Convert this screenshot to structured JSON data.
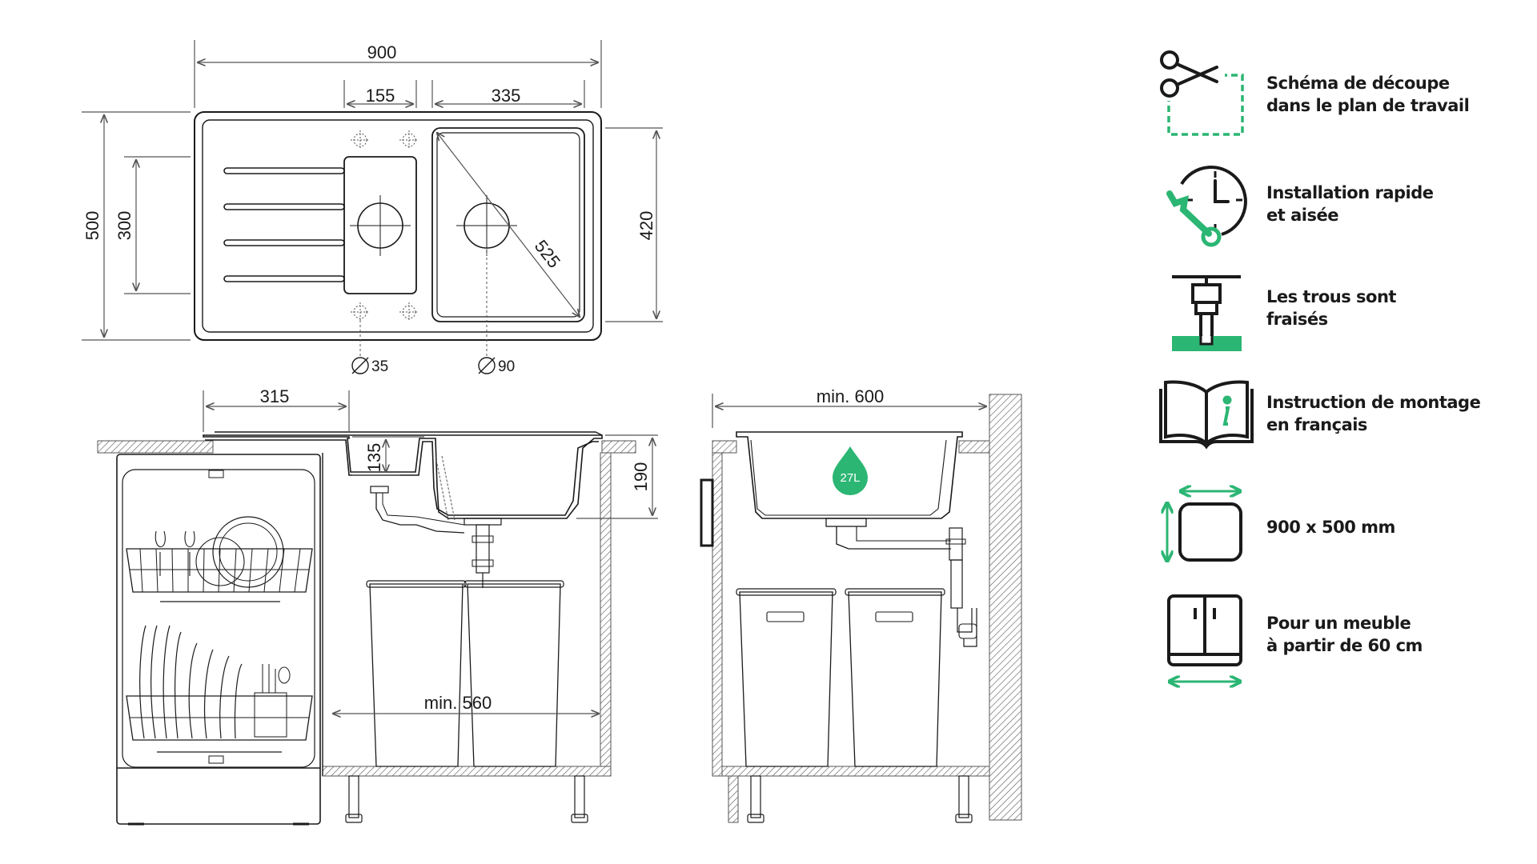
{
  "dimensions": {
    "top_total_width": "900",
    "drainer_hole_offset": "155",
    "bowl_width": "335",
    "total_depth": "500",
    "drainer_depth": "300",
    "bowl_depth": "420",
    "bowl_diagonal": "525",
    "small_hole_diameter": "35",
    "large_hole_diameter": "90",
    "dishwasher_width": "315",
    "drainer_height": "135",
    "bowl_height": "190",
    "cabinet_inner_width": "min. 560",
    "cabinet_min_width": "min. 600"
  },
  "volume_badge": "27L",
  "features": [
    {
      "icon": "scissors-cut-icon",
      "line1": "Schéma de découpe",
      "line2": "dans le plan de travail"
    },
    {
      "icon": "clock-wrench-icon",
      "line1": "Installation rapide",
      "line2": "et aisée"
    },
    {
      "icon": "drill-icon",
      "line1": "Les trous sont",
      "line2": "fraisés"
    },
    {
      "icon": "manual-book-icon",
      "line1": "Instruction de montage",
      "line2": "en français"
    },
    {
      "icon": "size-icon",
      "line1": "900 x 500 mm",
      "line2": ""
    },
    {
      "icon": "cabinet-icon",
      "line1": "Pour un meuble",
      "line2": "à partir de 60 cm"
    }
  ],
  "colors": {
    "accent": "#2bb673",
    "line": "#1a1a1a",
    "dim_line": "#555555"
  }
}
